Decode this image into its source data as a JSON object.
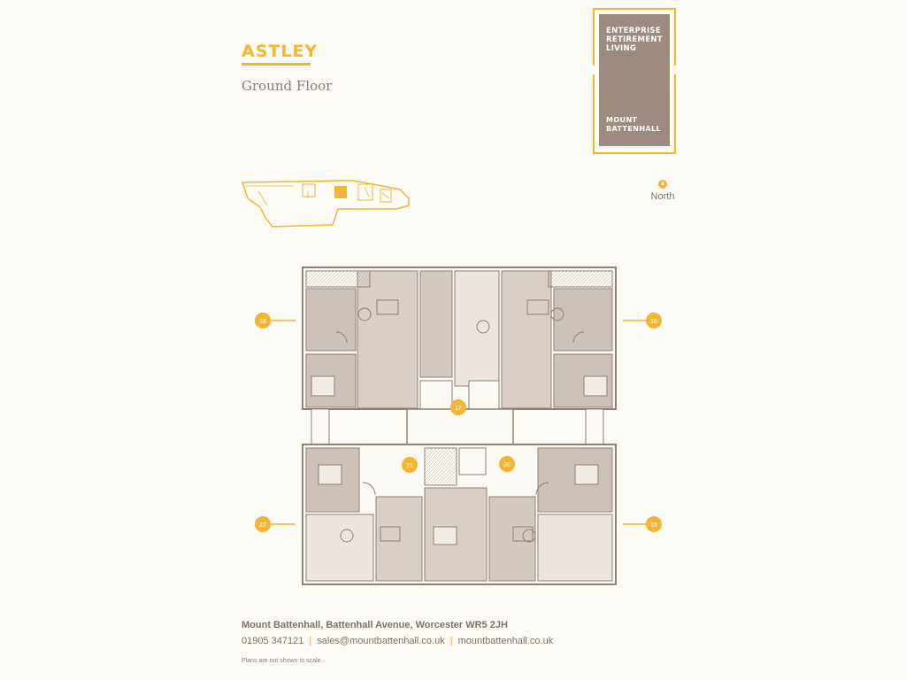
{
  "header": {
    "title": "ASTLEY",
    "subtitle": "Ground Floor"
  },
  "logo": {
    "line1": [
      "ENTERPRISE",
      "RETIREMENT",
      "LIVING"
    ],
    "line2": [
      "MOUNT",
      "BATTENHALL"
    ]
  },
  "compass": {
    "label": "North"
  },
  "plan": {
    "apartments": [
      {
        "number": "16"
      },
      {
        "number": "17"
      },
      {
        "number": "18"
      },
      {
        "number": "19"
      },
      {
        "number": "20"
      },
      {
        "number": "21"
      },
      {
        "number": "22"
      }
    ]
  },
  "footer": {
    "address": "Mount Battenhall, Battenhall Avenue, Worcester WR5 2JH",
    "phone": "01905 347121",
    "email": "sales@mountbattenhall.co.uk",
    "website": "mountbattenhall.co.uk",
    "separator": "|",
    "note": "Plans are not shown to scale."
  },
  "colors": {
    "accent": "#f2b632",
    "brown": "#9c8b80",
    "text": "#7d726a",
    "background": "#fdfbf6"
  },
  "icons": [
    "north-arrow-icon"
  ]
}
